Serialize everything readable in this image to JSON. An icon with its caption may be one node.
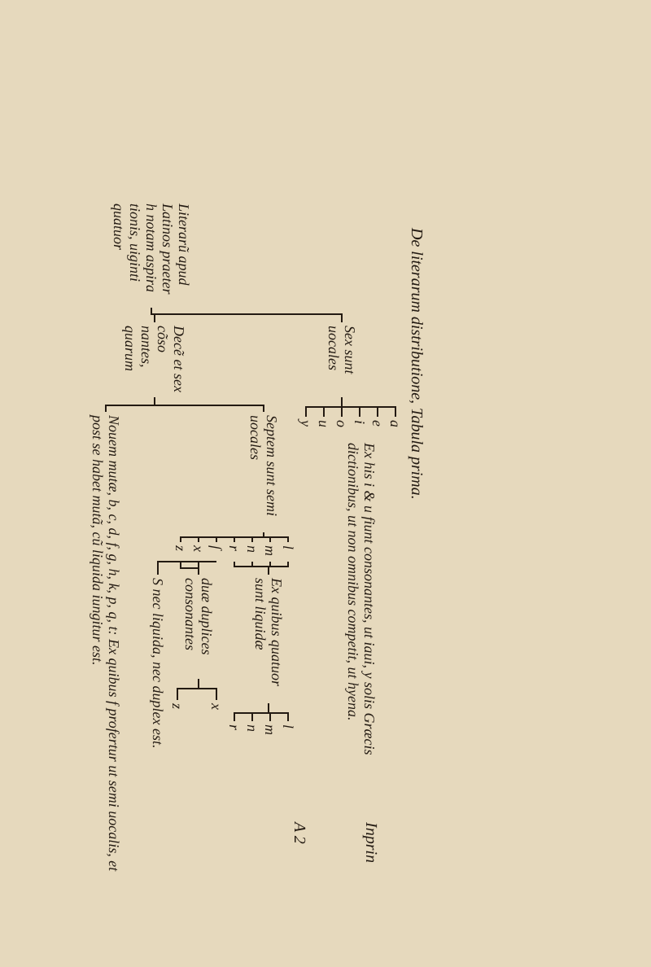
{
  "diagram": {
    "title": "De literarum distributione, Tabula prima.",
    "nodes": [
      {
        "text": [
          "Literarũ apud Latinos praeter h notam aspira tionis, uiginti quatuor"
        ]
      },
      {
        "text": [
          "Sex sunt uocales"
        ]
      },
      {
        "text": [
          "Decẽ et sex cõso nantes, quarum"
        ]
      },
      {
        "text": [
          "a"
        ]
      },
      {
        "text": [
          "e"
        ]
      },
      {
        "text": [
          "i"
        ]
      },
      {
        "text": [
          "o"
        ]
      },
      {
        "text": [
          "u"
        ]
      },
      {
        "text": [
          "y"
        ]
      },
      {
        "text": [
          "Septem sunt semi uocales"
        ]
      },
      {
        "text": [
          "Nouem mutæ, b, c, d, f, g, h, k, p, q, t: Ex quibus f profertur ut semi uocalis, et post se habet mutã, cũ liquida iungitur est."
        ]
      },
      {
        "text": [
          "l"
        ]
      },
      {
        "text": [
          "m"
        ]
      },
      {
        "text": [
          "n"
        ]
      },
      {
        "text": [
          "r"
        ]
      },
      {
        "text": [
          "ſ"
        ]
      },
      {
        "text": [
          "x"
        ]
      },
      {
        "text": [
          "z"
        ]
      },
      {
        "text": [
          "Ex quibus quatuor sunt liquidæ"
        ]
      },
      {
        "text": [
          "l"
        ]
      },
      {
        "text": [
          "m"
        ]
      },
      {
        "text": [
          "n"
        ]
      },
      {
        "text": [
          "r"
        ]
      },
      {
        "text": [
          "duæ duplices consonantes"
        ]
      },
      {
        "text": [
          "x"
        ]
      },
      {
        "text": [
          "z"
        ]
      },
      {
        "text": [
          "S nec liquida, nec duplex est."
        ]
      }
    ],
    "edges": [
      {
        "from": 0,
        "to": 1,
        "arrow": "none"
      },
      {
        "from": 0,
        "to": 2,
        "arrow": "none"
      },
      {
        "from": 1,
        "to": 3,
        "arrow": "none"
      },
      {
        "from": 1,
        "to": 4,
        "arrow": "none"
      },
      {
        "from": 1,
        "to": 5,
        "arrow": "none"
      },
      {
        "from": 1,
        "to": 6,
        "arrow": "none"
      },
      {
        "from": 1,
        "to": 7,
        "arrow": "none"
      },
      {
        "from": 1,
        "to": 8,
        "arrow": "none"
      },
      {
        "from": 2,
        "to": 9,
        "arrow": "none"
      },
      {
        "from": 2,
        "to": 10,
        "arrow": "none"
      },
      {
        "from": 9,
        "to": 11,
        "arrow": "none"
      },
      {
        "from": 9,
        "to": 12,
        "arrow": "none"
      },
      {
        "from": 9,
        "to": 13,
        "arrow": "none"
      },
      {
        "from": 9,
        "to": 14,
        "arrow": "none"
      },
      {
        "from": 9,
        "to": 15,
        "arrow": "none"
      },
      {
        "from": 9,
        "to": 16,
        "arrow": "none"
      },
      {
        "from": 9,
        "to": 17,
        "arrow": "none"
      },
      {
        "from": 11,
        "to": 18,
        "arrow": "none"
      },
      {
        "from": 12,
        "to": 18,
        "arrow": "none"
      },
      {
        "from": 13,
        "to": 18,
        "arrow": "none"
      },
      {
        "from": 14,
        "to": 18,
        "arrow": "none"
      },
      {
        "from": 18,
        "to": 19,
        "arrow": "none"
      },
      {
        "from": 18,
        "to": 20,
        "arrow": "none"
      },
      {
        "from": 18,
        "to": 21,
        "arrow": "none"
      },
      {
        "from": 18,
        "to": 22,
        "arrow": "none"
      },
      {
        "from": 16,
        "to": 23,
        "arrow": "none"
      },
      {
        "from": 17,
        "to": 23,
        "arrow": "none"
      },
      {
        "from": 23,
        "to": 24,
        "arrow": "none"
      },
      {
        "from": 23,
        "to": 25,
        "arrow": "none"
      },
      {
        "from": 15,
        "to": 26,
        "arrow": "none"
      }
    ],
    "labels": [
      "Ex his i & u fiunt consonantes, ut iaui, y solis Græcis dictionibus, ut non omnibus competit, ut hyena.",
      "A 2",
      "Inprin"
    ]
  }
}
